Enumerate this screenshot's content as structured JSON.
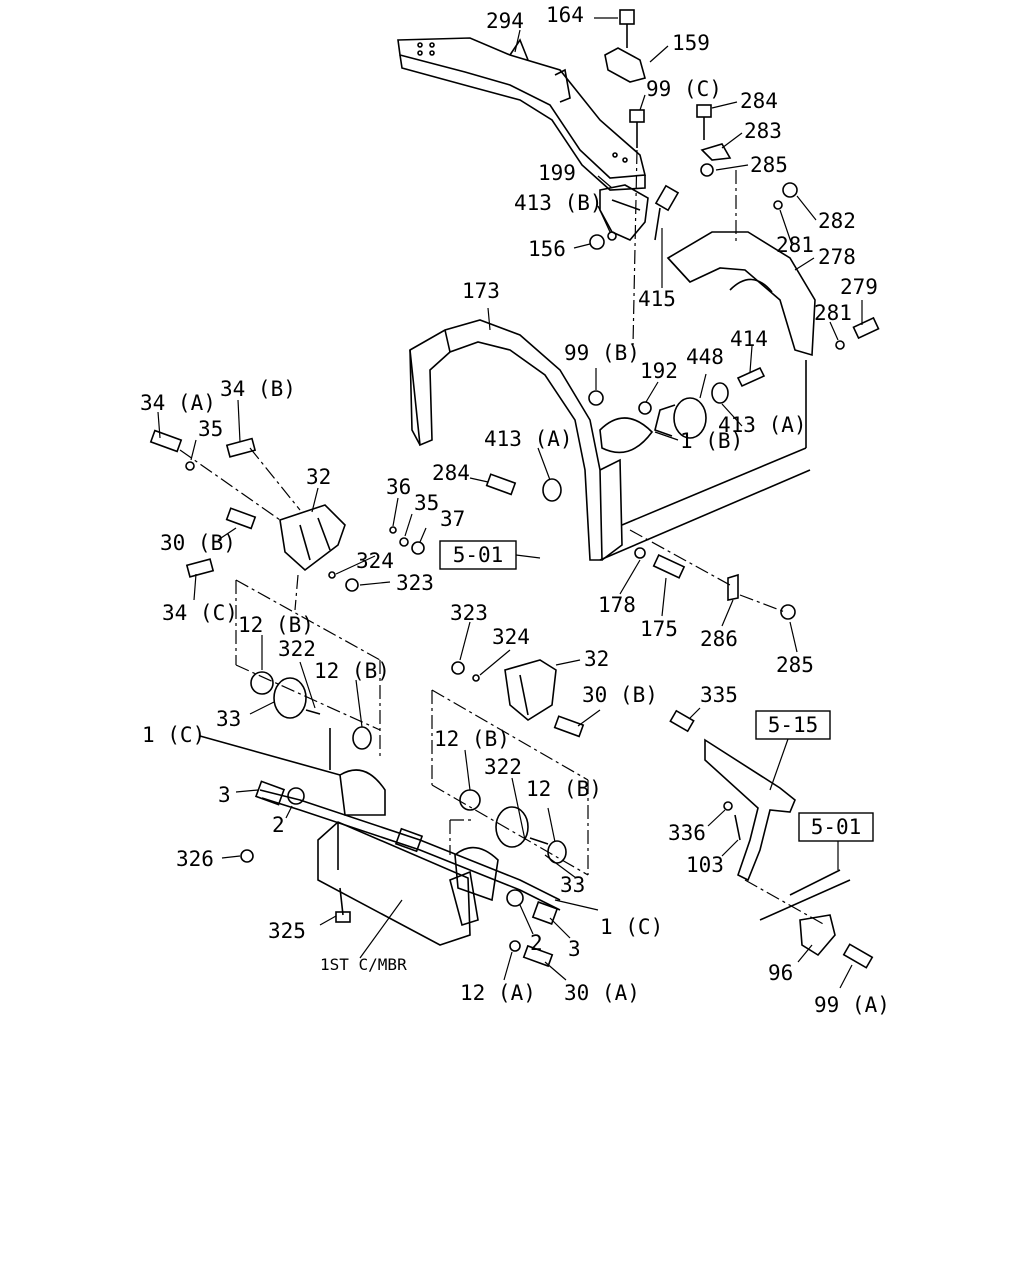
{
  "diagram": {
    "colors": {
      "ink": "#000000",
      "paper": "#ffffff"
    },
    "part_labels": [
      "294",
      "164",
      "159",
      "99 (C)",
      "284",
      "283",
      "285",
      "199",
      "413 (B)",
      "156",
      "415",
      "282",
      "281",
      "278",
      "173",
      "279",
      "281",
      "414",
      "99 (B)",
      "192",
      "448",
      "34 (A)",
      "34 (B)",
      "35",
      "413 (A)",
      "1 (B)",
      "413 (A)",
      "284",
      "36",
      "35",
      "37",
      "32",
      "30 (B)",
      "324",
      "323",
      "34 (C)",
      "178",
      "175",
      "286",
      "285",
      "323",
      "324",
      "32",
      "12 (B)",
      "322",
      "12 (B)",
      "30 (B)",
      "33",
      "1 (C)",
      "335",
      "12 (B)",
      "322",
      "12 (B)",
      "3",
      "2",
      "336",
      "103",
      "326",
      "33",
      "325",
      "1 (C)",
      "2",
      "3",
      "96",
      "12 (A)",
      "30 (A)",
      "99 (A)"
    ],
    "ref_boxes": [
      "5-01",
      "5-15",
      "5-01"
    ],
    "notes": [
      "1ST C/MBR"
    ]
  }
}
